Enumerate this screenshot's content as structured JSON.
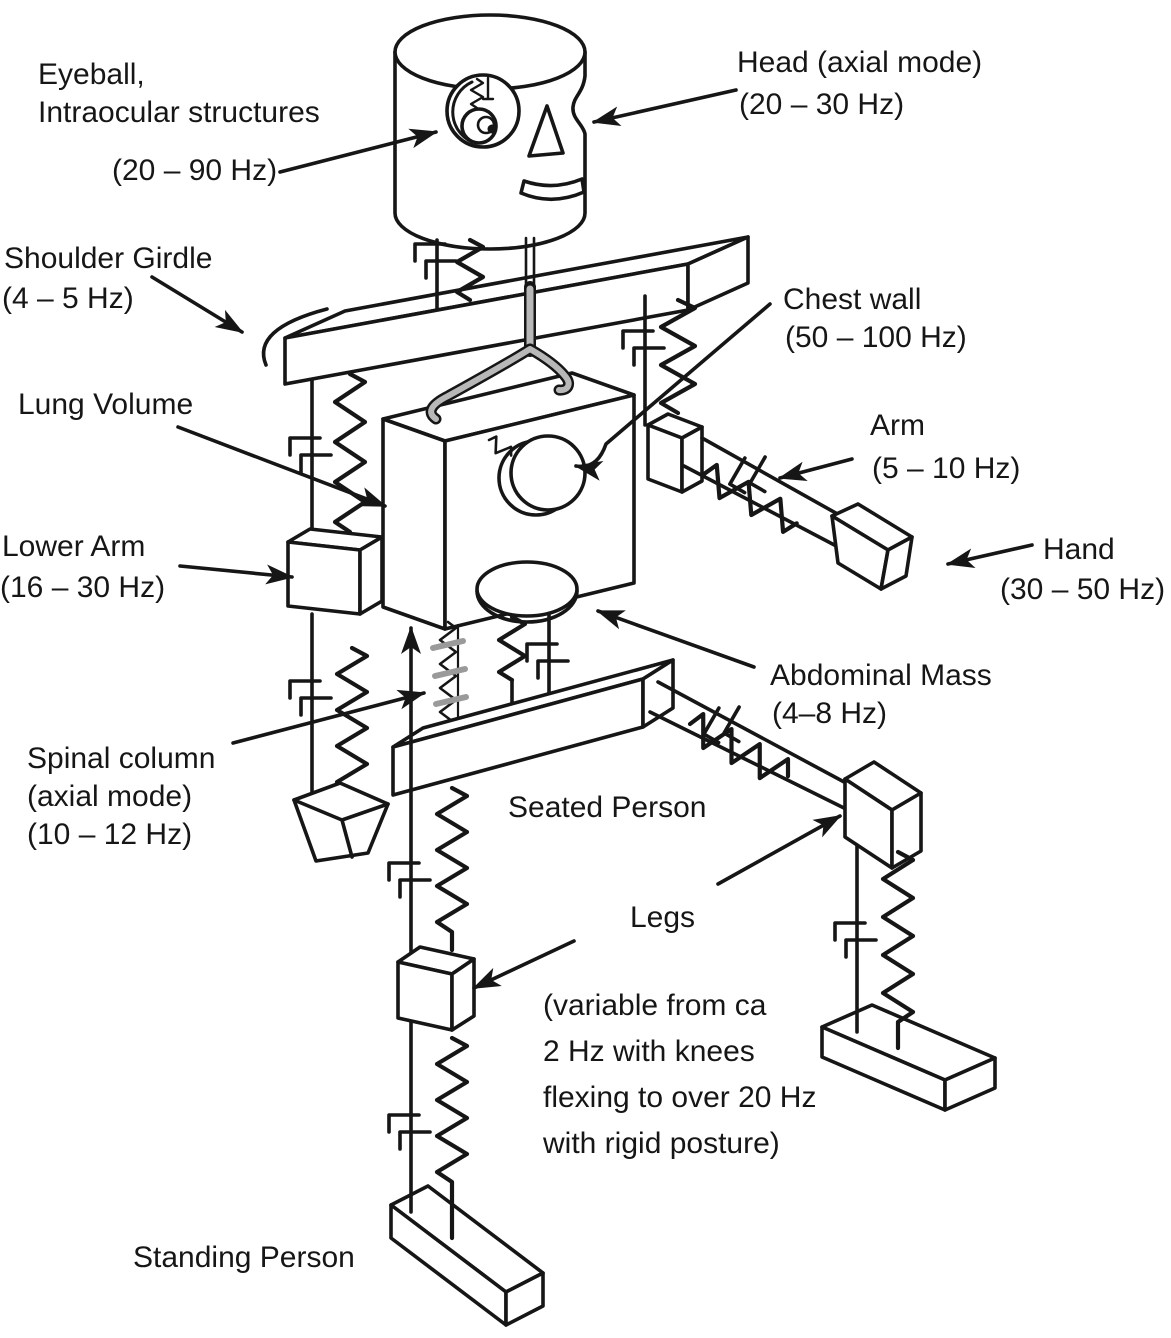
{
  "figure": {
    "kind": "mechanical lumped-parameter model of the human body showing resonance frequency ranges of body parts, seated and standing",
    "colors": {
      "ink": "#161616",
      "paper": "#ffffff",
      "metal_gray": "#b8b8b8"
    },
    "labels": {
      "eyeball": {
        "line1": "Eyeball,",
        "line2": "Intraocular structures",
        "freq": "(20 – 90 Hz)"
      },
      "head": {
        "line1": "Head (axial mode)",
        "freq": "(20 – 30 Hz)"
      },
      "shoulder_girdle": {
        "line1": "Shoulder Girdle",
        "freq": "(4 – 5 Hz)"
      },
      "lung_volume": {
        "line1": "Lung Volume"
      },
      "chest_wall": {
        "line1": "Chest wall",
        "freq": "(50 – 100 Hz)"
      },
      "arm": {
        "line1": "Arm",
        "freq": "(5 – 10 Hz)"
      },
      "lower_arm": {
        "line1": "Lower Arm",
        "freq": "(16 – 30 Hz)"
      },
      "hand": {
        "line1": "Hand",
        "freq": "(30 – 50 Hz)"
      },
      "abdominal_mass": {
        "line1": "Abdominal Mass",
        "freq": "(4–8 Hz)"
      },
      "spinal_column": {
        "line1": "Spinal column",
        "line2": "(axial mode)",
        "freq": "(10 – 12 Hz)"
      },
      "seated_person": {
        "line1": "Seated Person"
      },
      "legs": {
        "line1": "Legs",
        "note1": "(variable from ca",
        "note2": "2 Hz with knees",
        "note3": "flexing to over 20 Hz",
        "note4": "with rigid posture)"
      },
      "standing_person": {
        "line1": "Standing Person"
      }
    }
  }
}
